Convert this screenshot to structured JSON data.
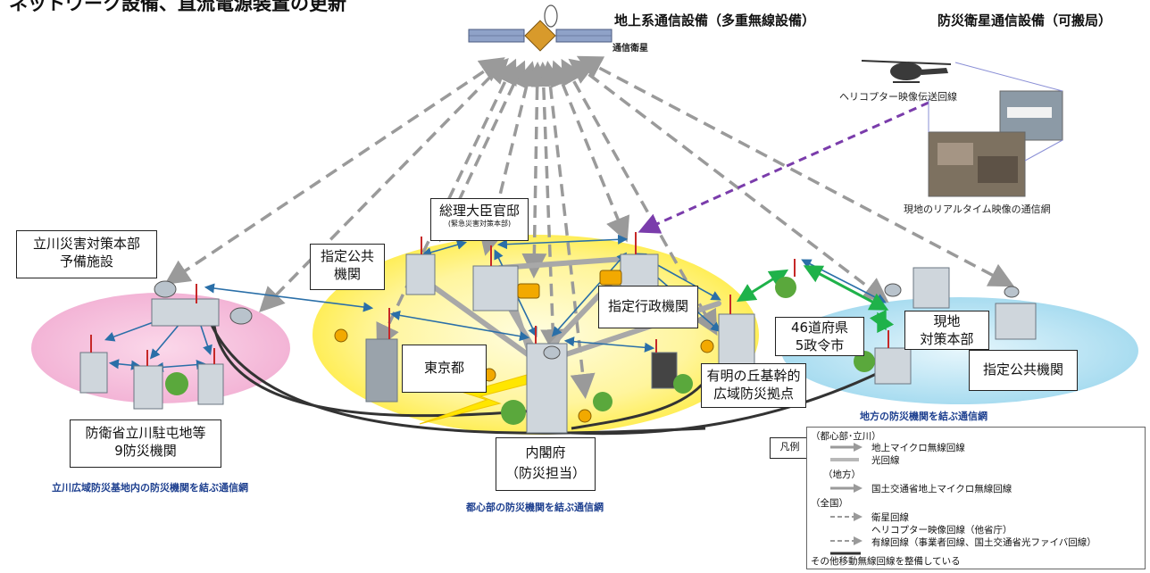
{
  "header": {
    "main_title": "ネットワーク設備、直流電源装置の更新",
    "terrestrial_title": "地上系通信設備（多重無線設備）",
    "portable_title": "防災衛星通信設備（可搬局）"
  },
  "satellite_label": "通信衛星",
  "helicopter_label": "ヘリコプター映像伝送回線",
  "realtime_label": "現地のリアルタイム映像の通信網",
  "boxes": {
    "tachikawa_hq_line1": "立川災害対策本部",
    "tachikawa_hq_line2": "予備施設",
    "jsdf_line1": "防衛省立川駐屯地等",
    "jsdf_line2": "9防災機関",
    "designated_public_center_line1": "指定公共",
    "designated_public_center_line2": "機関",
    "pm_office_line1": "総理大臣官邸",
    "pm_office_line2": "(緊急災害対策本部)",
    "designated_admin": "指定行政機関",
    "tokyo": "東京都",
    "cabinet_line1": "内閣府",
    "cabinet_line2": "（防災担当）",
    "ariake_line1": "有明の丘基幹的",
    "ariake_line2": "広域防災拠点",
    "prefectures_line1": "46道府県",
    "prefectures_line2": "5政令市",
    "local_hq_line1": "現地",
    "local_hq_line2": "対策本部",
    "designated_public_local": "指定公共機関"
  },
  "network_captions": {
    "tachikawa": "立川広域防災基地内の防災機関を結ぶ通信網",
    "central": "都心部の防災機関を結ぶ通信網",
    "regional": "地方の防災機関を結ぶ通信網"
  },
  "legend": {
    "title": "凡例",
    "group_central": "（都心部･立川）",
    "item_microwave": "地上マイクロ無線回線",
    "item_optical": "光回線",
    "group_regional": "（地方）",
    "item_mlit_microwave": "国土交通省地上マイクロ無線回線",
    "group_national": "（全国）",
    "item_satellite": "衛星回線",
    "item_helicopter": "ヘリコプター映像回線（他省庁）",
    "item_wired": "有線回線（事業者回線、国土交通省光ファイバ回線）",
    "item_other": "その他移動無線回線を整備している"
  },
  "colors": {
    "tachikawa_ellipse": "#f3b4d6",
    "central_ellipse": "#fff176",
    "regional_ellipse": "#b3e0f2",
    "microwave_line": "#2a6fa8",
    "optical_line": "#a8a8a8",
    "mlit_line": "#1fb24a",
    "satellite_line": "#9a9a9a",
    "helicopter_line": "#7a3cab",
    "wired_line": "#333333"
  },
  "icons": [
    "satellite-icon",
    "helicopter-icon",
    "antenna-tower-icon",
    "building-icon",
    "tree-icon",
    "parabolic-dish-icon",
    "vehicle-icon"
  ]
}
